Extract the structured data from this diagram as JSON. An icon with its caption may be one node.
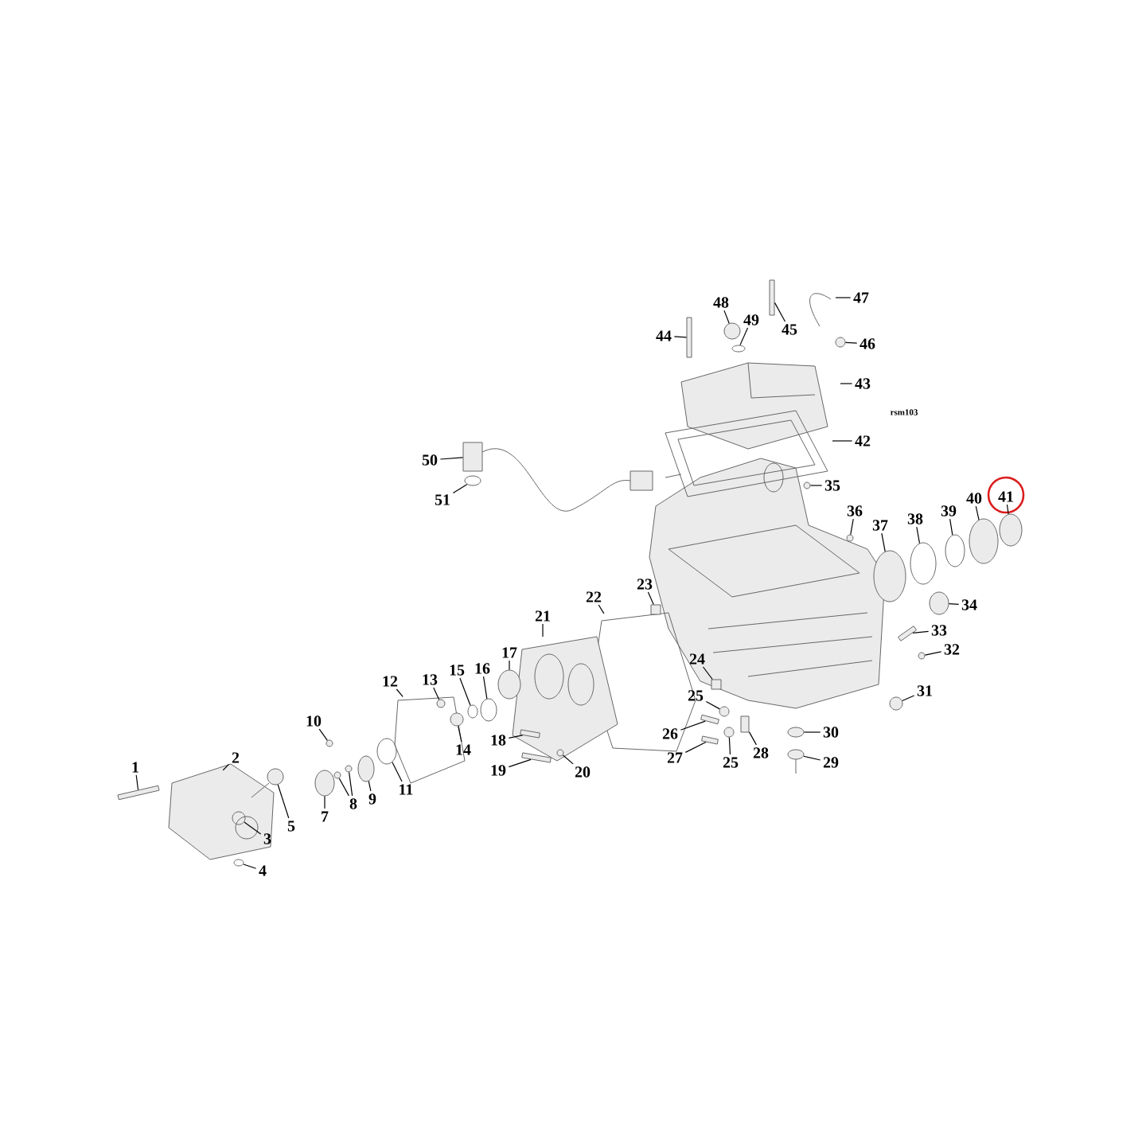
{
  "diagram": {
    "nodes": [
      {
        "text": [
          "1"
        ]
      },
      {
        "text": [
          "2"
        ]
      },
      {
        "text": [
          "3"
        ]
      },
      {
        "text": [
          "4"
        ]
      },
      {
        "text": [
          "5"
        ]
      },
      {
        "text": [
          "7"
        ]
      },
      {
        "text": [
          "8"
        ]
      },
      {
        "text": [
          "9"
        ]
      },
      {
        "text": [
          "10"
        ]
      },
      {
        "text": [
          "11"
        ]
      },
      {
        "text": [
          "12"
        ]
      },
      {
        "text": [
          "13"
        ]
      },
      {
        "text": [
          "14"
        ]
      },
      {
        "text": [
          "15"
        ]
      },
      {
        "text": [
          "16"
        ]
      },
      {
        "text": [
          "17"
        ]
      },
      {
        "text": [
          "18"
        ]
      },
      {
        "text": [
          "19"
        ]
      },
      {
        "text": [
          "20"
        ]
      },
      {
        "text": [
          "21"
        ]
      },
      {
        "text": [
          "22"
        ]
      },
      {
        "text": [
          "23"
        ]
      },
      {
        "text": [
          "24"
        ]
      },
      {
        "text": [
          "25"
        ]
      },
      {
        "text": [
          "26"
        ]
      },
      {
        "text": [
          "27"
        ]
      },
      {
        "text": [
          "25"
        ]
      },
      {
        "text": [
          "28"
        ]
      },
      {
        "text": [
          "29"
        ]
      },
      {
        "text": [
          "30"
        ]
      },
      {
        "text": [
          "31"
        ]
      },
      {
        "text": [
          "32"
        ]
      },
      {
        "text": [
          "33"
        ]
      },
      {
        "text": [
          "34"
        ]
      },
      {
        "text": [
          "35"
        ]
      },
      {
        "text": [
          "36"
        ]
      },
      {
        "text": [
          "37"
        ]
      },
      {
        "text": [
          "38"
        ]
      },
      {
        "text": [
          "39"
        ]
      },
      {
        "text": [
          "40"
        ]
      },
      {
        "text": [
          "41"
        ]
      },
      {
        "text": [
          "42"
        ]
      },
      {
        "text": [
          "43"
        ]
      },
      {
        "text": [
          "44"
        ]
      },
      {
        "text": [
          "45"
        ]
      },
      {
        "text": [
          "46"
        ]
      },
      {
        "text": [
          "47"
        ]
      },
      {
        "text": [
          "48"
        ]
      },
      {
        "text": [
          "49"
        ]
      },
      {
        "text": [
          "50"
        ]
      },
      {
        "text": [
          "51"
        ]
      },
      {
        "text": [],
        "shape": "bolt"
      },
      {
        "text": [],
        "shape": "ring"
      },
      {
        "text": [],
        "shape": "ring"
      },
      {
        "text": [],
        "shape": "circle"
      },
      {
        "text": [],
        "shape": "circle"
      },
      {
        "text": [],
        "shape": "circle"
      },
      {
        "text": [],
        "shape": "circle"
      },
      {
        "text": [],
        "shape": "circle"
      },
      {
        "text": [],
        "shape": "circle"
      },
      {
        "text": [],
        "shape": "ring"
      },
      {
        "text": [],
        "shape": "circle"
      },
      {
        "text": [],
        "shape": "circle"
      },
      {
        "text": [],
        "shape": "ring"
      },
      {
        "text": [],
        "shape": "ring"
      },
      {
        "text": [],
        "shape": "circle"
      },
      {
        "text": [],
        "shape": "bolt"
      },
      {
        "text": [],
        "shape": "bolt"
      },
      {
        "text": [],
        "shape": "circle"
      },
      {
        "text": [],
        "shape": "box"
      },
      {
        "text": [],
        "shape": "box"
      },
      {
        "text": [],
        "shape": "circle"
      },
      {
        "text": [],
        "shape": "bolt"
      },
      {
        "text": [],
        "shape": "bolt"
      },
      {
        "text": [],
        "shape": "circle"
      },
      {
        "text": [],
        "shape": "box"
      },
      {
        "text": [],
        "shape": "circle"
      },
      {
        "text": [],
        "shape": "circle"
      },
      {
        "text": [],
        "shape": "circle"
      },
      {
        "text": [],
        "shape": "circle"
      },
      {
        "text": [],
        "shape": "bolt"
      },
      {
        "text": [],
        "shape": "circle"
      },
      {
        "text": [],
        "shape": "circle"
      },
      {
        "text": [],
        "shape": "circle"
      },
      {
        "text": [],
        "shape": "circle"
      },
      {
        "text": [],
        "shape": "ring"
      },
      {
        "text": [],
        "shape": "ring"
      },
      {
        "text": [],
        "shape": "circle"
      },
      {
        "text": [],
        "shape": "circle"
      },
      {
        "text": [],
        "shape": "bolt"
      },
      {
        "text": [],
        "shape": "bolt"
      },
      {
        "text": [],
        "shape": "circle"
      },
      {
        "text": [],
        "shape": "circle"
      },
      {
        "text": [],
        "shape": "ring"
      },
      {
        "text": [],
        "shape": "box"
      },
      {
        "text": [],
        "shape": "ring"
      }
    ],
    "edges": [
      {
        "from": 0,
        "to": 51,
        "arrow": "none"
      },
      {
        "from": 1,
        "to": null,
        "arrow": "none"
      },
      {
        "from": 2,
        "to": 52,
        "arrow": "none"
      },
      {
        "from": 3,
        "to": 53,
        "arrow": "none"
      },
      {
        "from": 4,
        "to": 54,
        "arrow": "none"
      },
      {
        "from": 5,
        "to": 55,
        "arrow": "none"
      },
      {
        "from": 6,
        "to": 56,
        "arrow": "none"
      },
      {
        "from": 6,
        "to": 57,
        "arrow": "none"
      },
      {
        "from": 7,
        "to": 58,
        "arrow": "none"
      },
      {
        "from": 8,
        "to": 59,
        "arrow": "none"
      },
      {
        "from": 9,
        "to": 60,
        "arrow": "none"
      },
      {
        "from": 10,
        "to": null,
        "arrow": "none"
      },
      {
        "from": 11,
        "to": 61,
        "arrow": "none"
      },
      {
        "from": 12,
        "to": 62,
        "arrow": "none"
      },
      {
        "from": 13,
        "to": 63,
        "arrow": "none"
      },
      {
        "from": 14,
        "to": 64,
        "arrow": "none"
      },
      {
        "from": 15,
        "to": 65,
        "arrow": "none"
      },
      {
        "from": 16,
        "to": 66,
        "arrow": "none"
      },
      {
        "from": 17,
        "to": 67,
        "arrow": "none"
      },
      {
        "from": 18,
        "to": 68,
        "arrow": "none"
      },
      {
        "from": 19,
        "to": null,
        "arrow": "none"
      },
      {
        "from": 20,
        "to": null,
        "arrow": "none"
      },
      {
        "from": 21,
        "to": 69,
        "arrow": "none"
      },
      {
        "from": 22,
        "to": 70,
        "arrow": "none"
      },
      {
        "from": 23,
        "to": 71,
        "arrow": "none"
      },
      {
        "from": 24,
        "to": 72,
        "arrow": "none"
      },
      {
        "from": 25,
        "to": 73,
        "arrow": "none"
      },
      {
        "from": 26,
        "to": 74,
        "arrow": "none"
      },
      {
        "from": 27,
        "to": 75,
        "arrow": "none"
      },
      {
        "from": 28,
        "to": 76,
        "arrow": "none"
      },
      {
        "from": 29,
        "to": 77,
        "arrow": "none"
      },
      {
        "from": 30,
        "to": 78,
        "arrow": "none"
      },
      {
        "from": 31,
        "to": 79,
        "arrow": "none"
      },
      {
        "from": 32,
        "to": 80,
        "arrow": "none"
      },
      {
        "from": 33,
        "to": 81,
        "arrow": "none"
      },
      {
        "from": 34,
        "to": 82,
        "arrow": "none"
      },
      {
        "from": 35,
        "to": 83,
        "arrow": "none"
      },
      {
        "from": 36,
        "to": 84,
        "arrow": "none"
      },
      {
        "from": 37,
        "to": 85,
        "arrow": "none"
      },
      {
        "from": 38,
        "to": 86,
        "arrow": "none"
      },
      {
        "from": 39,
        "to": 87,
        "arrow": "none"
      },
      {
        "from": 40,
        "to": 88,
        "arrow": "none"
      },
      {
        "from": 41,
        "to": null,
        "arrow": "none"
      },
      {
        "from": 42,
        "to": null,
        "arrow": "none"
      },
      {
        "from": 43,
        "to": 89,
        "arrow": "none"
      },
      {
        "from": 44,
        "to": 90,
        "arrow": "none"
      },
      {
        "from": 45,
        "to": 91,
        "arrow": "none"
      },
      {
        "from": 46,
        "to": null,
        "arrow": "none"
      },
      {
        "from": 47,
        "to": 92,
        "arrow": "none"
      },
      {
        "from": 48,
        "to": 93,
        "arrow": "none"
      },
      {
        "from": 49,
        "to": 94,
        "arrow": "none"
      },
      {
        "from": 50,
        "to": 95,
        "arrow": "none"
      }
    ],
    "labels": [
      "rsm103"
    ]
  }
}
